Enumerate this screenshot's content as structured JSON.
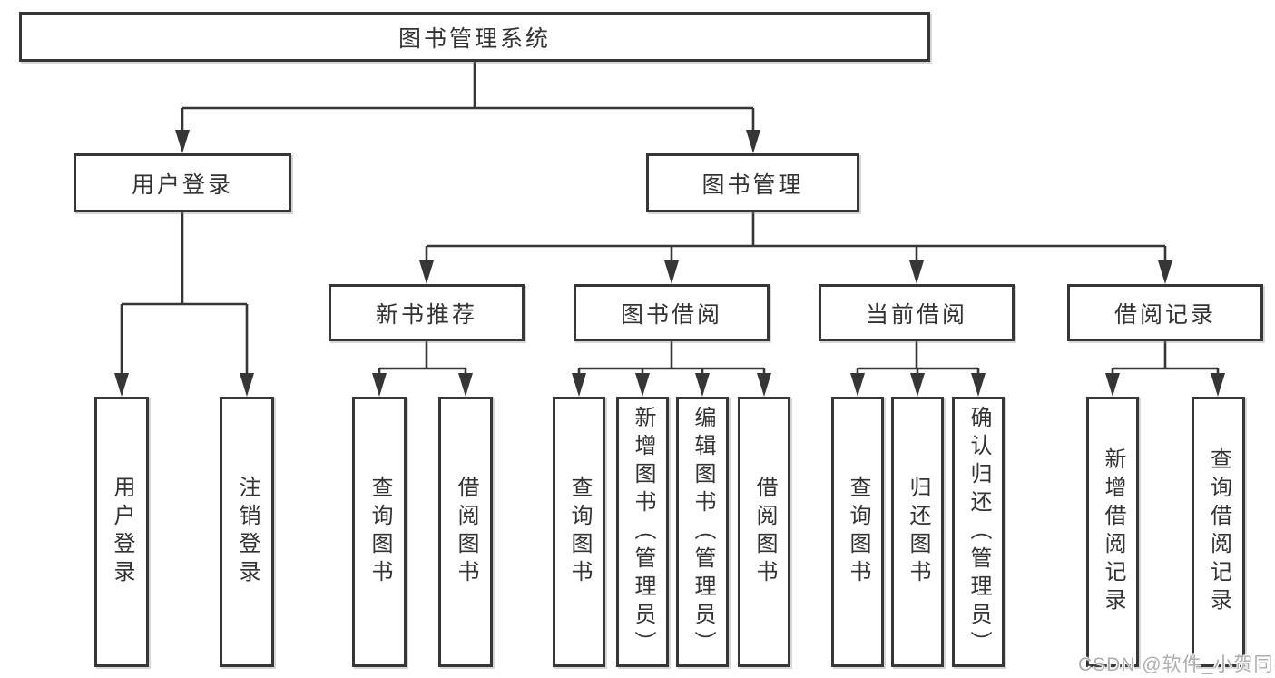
{
  "diagram": {
    "root": {
      "label": "图书管理系统"
    },
    "level2": {
      "user_login": {
        "label": "用户登录"
      },
      "book_management": {
        "label": "图书管理"
      }
    },
    "level3": {
      "new_book_recommend": {
        "label": "新书推荐"
      },
      "book_borrow": {
        "label": "图书借阅"
      },
      "current_borrow": {
        "label": "当前借阅"
      },
      "borrow_records": {
        "label": "借阅记录"
      }
    },
    "leaves": {
      "user_login": [
        "用户登录",
        "注销登录"
      ],
      "new_book_recommend": [
        "查询图书",
        "借阅图书"
      ],
      "book_borrow": [
        "查询图书",
        "新增图书（管理员）",
        "编辑图书（管理员）",
        "借阅图书"
      ],
      "current_borrow": [
        "查询图书",
        "归还图书",
        "确认归还（管理员）"
      ],
      "borrow_records": [
        "新增借阅记录",
        "查询借阅记录"
      ]
    },
    "watermark": "CSDN @软件_小贺同学",
    "colors": {
      "line": "#363636",
      "box_border": "#363636",
      "box_background": "#ffffff",
      "text": "#333333",
      "watermark": "#aeaeae",
      "background": "#ffffff"
    }
  }
}
